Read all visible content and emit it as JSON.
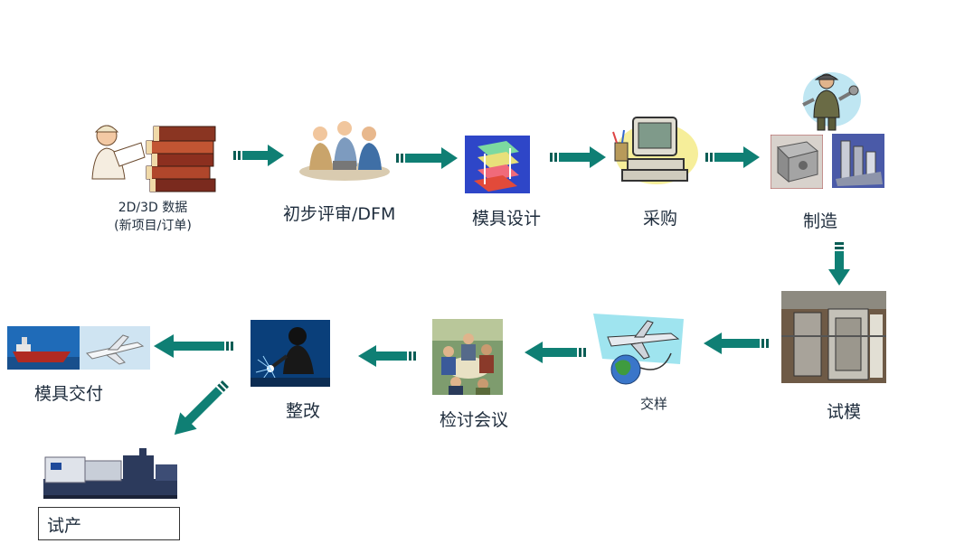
{
  "colors": {
    "arrow": "#0f7f74",
    "arrow_dark": "#0a5d55",
    "text": "#1f2d3d"
  },
  "steps": {
    "data": {
      "line1": "2D/3D 数据",
      "line2": "(新项目/订单)",
      "icon": "engineer-with-books-icon"
    },
    "review": {
      "label": "初步评审/DFM",
      "icon": "team-meeting-icon"
    },
    "design": {
      "label": "模具设计",
      "icon": "mold-3d-model-icon"
    },
    "purchase": {
      "label": "采购",
      "icon": "computer-icon"
    },
    "manufacture": {
      "label": "制造",
      "icon": "mechanic-with-wrench-icon"
    },
    "trial": {
      "label": "试模",
      "icon": "injection-machine-closeup-icon"
    },
    "sample": {
      "label": "交样",
      "icon": "airplane-globe-icon"
    },
    "meeting": {
      "label": "检讨会议",
      "icon": "discussion-meeting-icon"
    },
    "rework": {
      "label": "整改",
      "icon": "welder-icon"
    },
    "delivery": {
      "label": "模具交付",
      "icon": "ship-and-plane-icon"
    },
    "production": {
      "label": "试产",
      "icon": "injection-molding-machine-icon"
    }
  }
}
